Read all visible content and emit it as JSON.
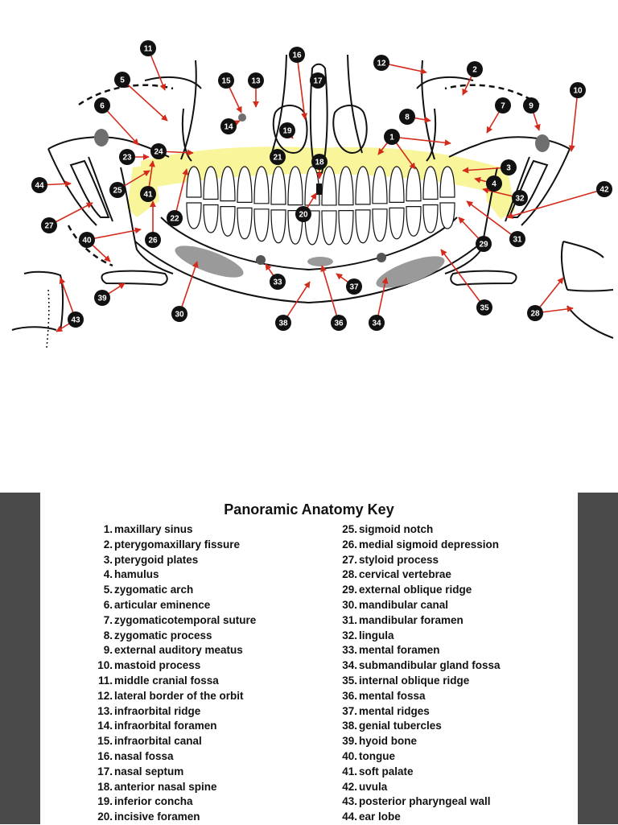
{
  "diagram": {
    "title": "",
    "callouts": [
      "1",
      "2",
      "3",
      "4",
      "5",
      "6",
      "7",
      "8",
      "9",
      "10",
      "11",
      "12",
      "13",
      "14",
      "15",
      "16",
      "17",
      "18",
      "19",
      "20",
      "21",
      "22",
      "23",
      "24",
      "25",
      "26",
      "27",
      "28",
      "29",
      "30",
      "31",
      "32",
      "33",
      "34",
      "35",
      "36",
      "37",
      "38",
      "39",
      "40",
      "41",
      "42",
      "43",
      "44"
    ],
    "colors": {
      "line": "#111111",
      "arrow": "#d42a1c",
      "highlight": "#f8f59a",
      "shadow": "#9a9a9a",
      "marker": "#6e6e6e",
      "badge": "#111111"
    }
  },
  "key": {
    "title": "Panoramic Anatomy Key",
    "left_items": [
      {
        "num": "1.",
        "label": "maxillary sinus"
      },
      {
        "num": "2.",
        "label": "pterygomaxillary fissure"
      },
      {
        "num": "3.",
        "label": "pterygoid plates"
      },
      {
        "num": "4.",
        "label": "hamulus"
      },
      {
        "num": "5.",
        "label": "zygomatic arch"
      },
      {
        "num": "6.",
        "label": "articular eminence"
      },
      {
        "num": "7.",
        "label": "zygomaticotemporal suture"
      },
      {
        "num": "8.",
        "label": "zygomatic process"
      },
      {
        "num": "9.",
        "label": "external auditory meatus"
      },
      {
        "num": "10.",
        "label": "mastoid process"
      },
      {
        "num": "11.",
        "label": "middle cranial fossa"
      },
      {
        "num": "12.",
        "label": "lateral border of the orbit"
      },
      {
        "num": "13.",
        "label": "infraorbital ridge"
      },
      {
        "num": "14.",
        "label": "infraorbital foramen"
      },
      {
        "num": "15.",
        "label": "infraorbital canal"
      },
      {
        "num": "16.",
        "label": "nasal fossa"
      },
      {
        "num": "17.",
        "label": "nasal septum"
      },
      {
        "num": "18.",
        "label": "anterior nasal spine"
      },
      {
        "num": "19.",
        "label": "inferior concha"
      },
      {
        "num": "20.",
        "label": "incisive foramen"
      }
    ],
    "right_items": [
      {
        "num": "25.",
        "label": "sigmoid notch"
      },
      {
        "num": "26.",
        "label": "medial sigmoid depression"
      },
      {
        "num": "27.",
        "label": "styloid process"
      },
      {
        "num": "28.",
        "label": "cervical vertebrae"
      },
      {
        "num": "29.",
        "label": "external oblique ridge"
      },
      {
        "num": "30.",
        "label": "mandibular canal"
      },
      {
        "num": "31.",
        "label": "mandibular foramen"
      },
      {
        "num": "32.",
        "label": "lingula"
      },
      {
        "num": "33.",
        "label": "mental foramen"
      },
      {
        "num": "34.",
        "label": "submandibular gland fossa"
      },
      {
        "num": "35.",
        "label": "internal oblique ridge"
      },
      {
        "num": "36.",
        "label": "mental fossa"
      },
      {
        "num": "37.",
        "label": "mental ridges"
      },
      {
        "num": "38.",
        "label": "genial tubercles"
      },
      {
        "num": "39.",
        "label": "hyoid bone"
      },
      {
        "num": "40.",
        "label": "tongue"
      },
      {
        "num": "41.",
        "label": "soft palate"
      },
      {
        "num": "42.",
        "label": "uvula"
      },
      {
        "num": "43.",
        "label": "posterior pharyngeal wall"
      },
      {
        "num": "44.",
        "label": "ear lobe"
      }
    ]
  }
}
